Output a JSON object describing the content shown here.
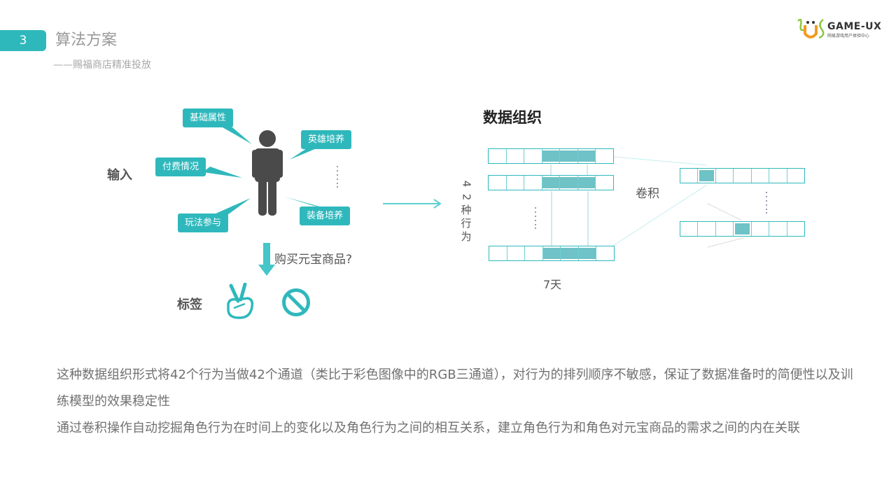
{
  "header": {
    "section_number": "3",
    "section_title": "算法方案",
    "subtitle": "——赐福商店精准投放"
  },
  "logo": {
    "name": "GAME-UX",
    "tagline": "网易游戏用户体验中心"
  },
  "input_diagram": {
    "input_label": "输入",
    "features": [
      "基础属性",
      "英雄培养",
      "付费情况",
      "玩法参与",
      "装备培养"
    ],
    "ellipsis": "⋮",
    "question": "购买元宝商品?",
    "label_title": "标签",
    "label_icons": [
      "victory-hand-icon",
      "prohibited-icon"
    ]
  },
  "data_org": {
    "title": "数据组织",
    "vertical_label": [
      "4",
      "2",
      "种",
      "行",
      "为"
    ],
    "horizontal_label": "7天",
    "conv_label": "卷积",
    "accent_color": "#2fb8bc",
    "fill_color": "#6fc2c6"
  },
  "description": {
    "para1": "这种数据组织形式将42个行为当做42个通道（类比于彩色图像中的RGB三通道），对行为的排列顺序不敏感，保证了数据准备时的简便性以及训练模型的效果稳定性",
    "para2": "通过卷积操作自动挖掘角色行为在时间上的变化以及角色行为之间的相互关系，建立角色行为和角色对元宝商品的需求之间的内在关联"
  }
}
